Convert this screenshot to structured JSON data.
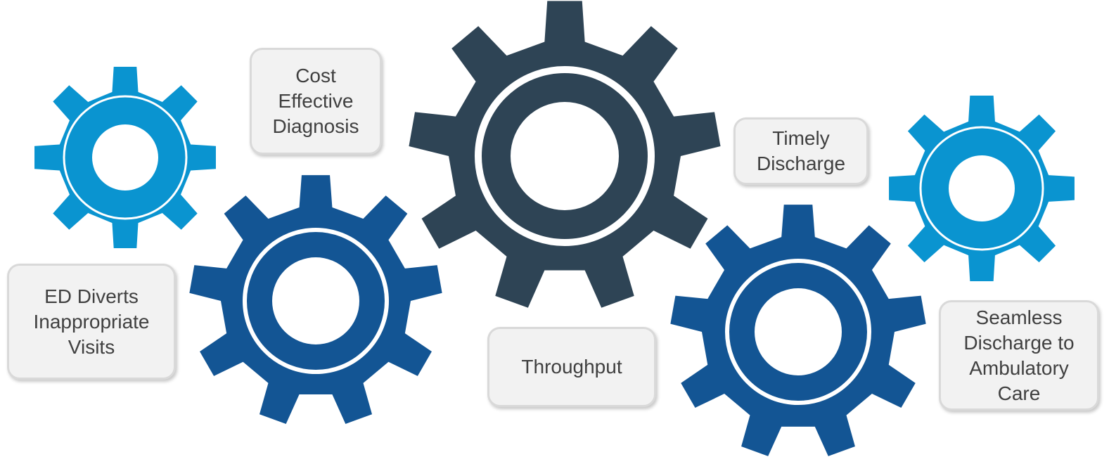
{
  "colors": {
    "light_blue": "#0a94d0",
    "mid_blue": "#135594",
    "dark_slate": "#2e4455",
    "ring": "#ffffff"
  },
  "gears": [
    {
      "id": "gear-light-left",
      "color": "light_blue",
      "teeth": 8
    },
    {
      "id": "gear-blue-left",
      "color": "mid_blue",
      "teeth": 9
    },
    {
      "id": "gear-dark-center",
      "color": "dark_slate",
      "teeth": 9
    },
    {
      "id": "gear-blue-right",
      "color": "mid_blue",
      "teeth": 9
    },
    {
      "id": "gear-light-right",
      "color": "light_blue",
      "teeth": 8
    }
  ],
  "labels": {
    "cost": "Cost\nEffective\nDiagnosis",
    "timely": "Timely\nDischarge",
    "ed": "ED Diverts\nInappropriate\nVisits",
    "throughput": "Throughput",
    "seamless": "Seamless\nDischarge to\nAmbulatory\nCare"
  }
}
